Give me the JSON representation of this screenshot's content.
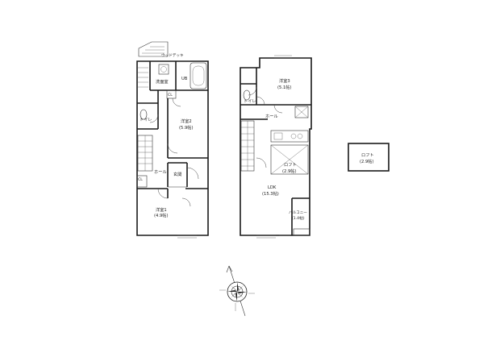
{
  "floor1": {
    "wood_deck": "ウッドデッキ",
    "washroom": "洗面室",
    "ub": "UB",
    "cl_top": "CL",
    "toilet": "トイレ",
    "room2_name": "洋室2",
    "room2_area": "(5.9帖)",
    "hall": "ホール",
    "entrance": "玄関",
    "cl_bottom": "CL",
    "room1_name": "洋室1",
    "room1_area": "(4.9帖)"
  },
  "floor2": {
    "room3_name": "洋室3",
    "room3_area": "(5.1帖)",
    "toilet": "トイレ",
    "hall": "ホール",
    "loft_name": "ロフト",
    "loft_area": "(2.9帖)",
    "ldk_name": "LDK",
    "ldk_area": "(15.3帖)",
    "balcony_name": "バルコニー",
    "balcony_area": "(1.4帖)"
  },
  "loft_plan": {
    "name": "ロフト",
    "area": "(2.9帖)"
  },
  "compass": {
    "icon": "compass-rose-icon",
    "north": "N"
  }
}
